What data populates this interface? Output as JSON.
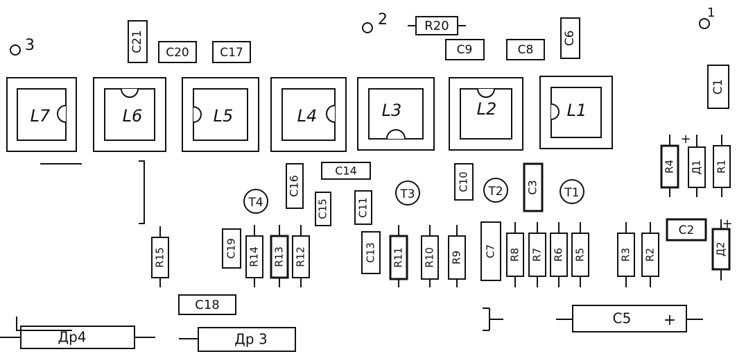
{
  "mounting_holes": [
    "3",
    "2",
    "1"
  ],
  "inductors": [
    "L7",
    "L6",
    "L5",
    "L4",
    "L3",
    "L2",
    "L1"
  ],
  "transistors": [
    "T4",
    "T3",
    "T2",
    "T1"
  ],
  "top_components": [
    "C21",
    "C20",
    "C17",
    "R20",
    "C9",
    "C8",
    "C6",
    "C1"
  ],
  "middle_components": [
    "C16",
    "C15",
    "C14",
    "C11",
    "C10",
    "C3",
    "C19",
    "C13",
    "C7",
    "C2"
  ],
  "resistors": [
    "R15",
    "R14",
    "R13",
    "R12",
    "R11",
    "R10",
    "R9",
    "R8",
    "R7",
    "R6",
    "R5",
    "R4",
    "R3",
    "R2",
    "R1"
  ],
  "diodes": [
    "Д1",
    "Д2"
  ],
  "polarity_mark": "+",
  "bottom_components": [
    "C18",
    "C5",
    "Др4",
    "Др 3"
  ]
}
